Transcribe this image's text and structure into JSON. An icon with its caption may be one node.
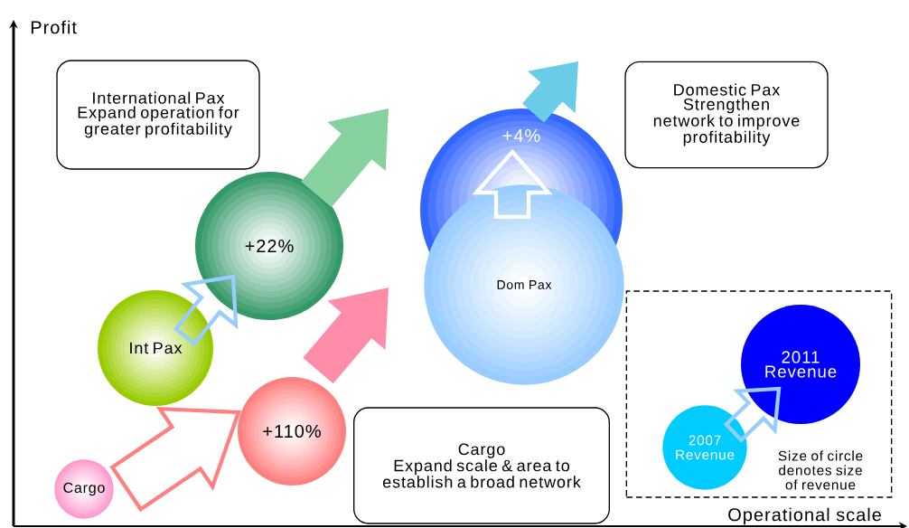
{
  "diagram": {
    "nodes": [
      {
        "text": [
          "International Pax",
          "Expand operation for greater profitability"
        ]
      },
      {
        "text": [
          "Domestic Pax",
          "Strengthen network to improve profitability"
        ]
      },
      {
        "text": [
          "Cargo",
          "Expand scale & area to establish a broad network"
        ]
      },
      {
        "text": [
          "Int Pax"
        ]
      },
      {
        "text": [
          "+22%"
        ]
      },
      {
        "text": [
          "+4%"
        ]
      },
      {
        "text": [
          "Dom Pax"
        ]
      },
      {
        "text": [
          "Cargo"
        ]
      },
      {
        "text": [
          "+110%"
        ]
      },
      {
        "text": [],
        "shape": "box"
      },
      {
        "text": [
          "2007 Revenue"
        ],
        "in": 9
      },
      {
        "text": [
          "2011 Revenue"
        ],
        "in": 9
      }
    ],
    "edges": [
      {
        "from": 3,
        "to": 4,
        "arrow": "to",
        "color": "#99ccff"
      },
      {
        "from": 7,
        "to": 8,
        "arrow": "to",
        "color": "#ff8080"
      },
      {
        "from": 6,
        "to": 5,
        "arrow": "to",
        "color": "#ffffff"
      },
      {
        "from": 10,
        "to": 11,
        "arrow": "to",
        "color": "#99ccff"
      },
      {
        "from": 4,
        "to": null,
        "arrow": "to",
        "color": "#339966"
      },
      {
        "from": 8,
        "to": null,
        "arrow": "to",
        "color": "#ff7f7f"
      },
      {
        "from": 5,
        "to": null,
        "arrow": "to",
        "color": "#33cccc"
      }
    ],
    "labels": [
      "Profit",
      "Operational scale",
      "Size of circle denotes size of revenue"
    ]
  }
}
